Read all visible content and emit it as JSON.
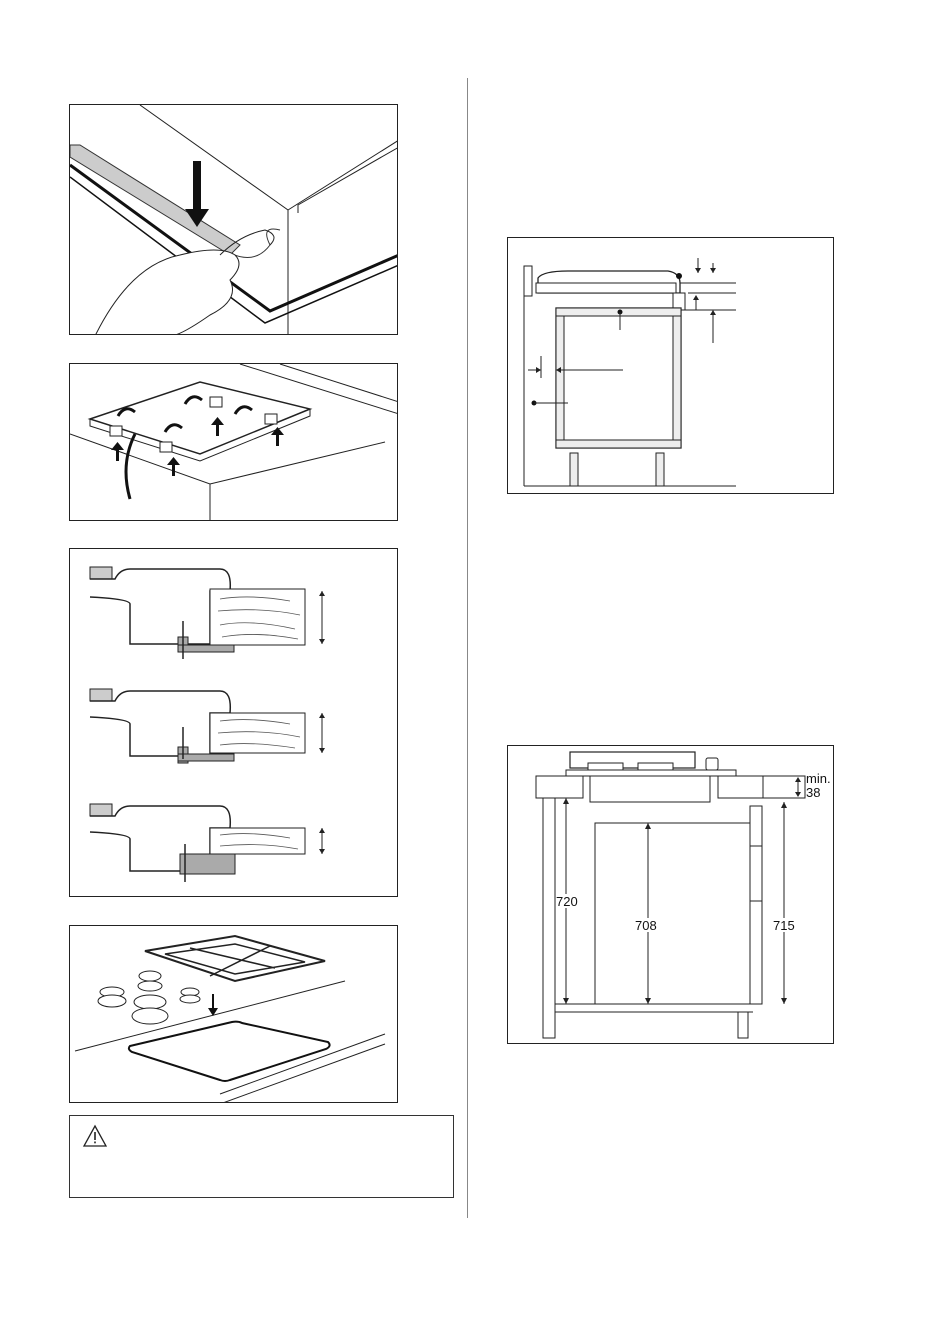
{
  "figure_height_labels": {
    "height_left": "720",
    "height_center": "708",
    "height_right": "715",
    "min_label": "min.",
    "min_value": "38"
  },
  "warning": {
    "icon": "warning-triangle-icon"
  }
}
